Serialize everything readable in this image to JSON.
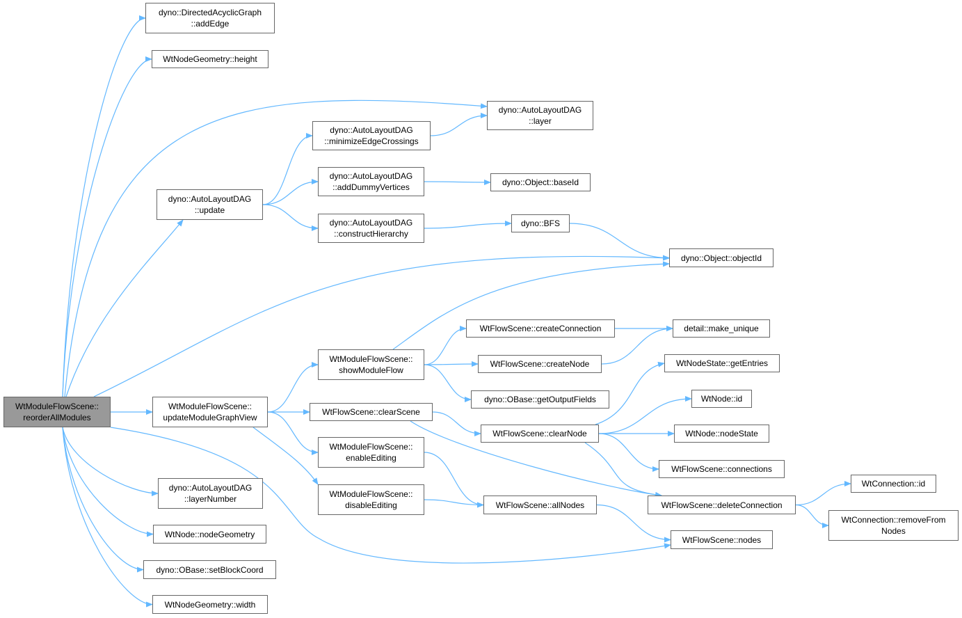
{
  "diagram": {
    "type": "call-graph",
    "root": "reorderAllModules",
    "colors": {
      "edge": "#63b8ff",
      "node_border": "#666666",
      "root_fill": "#999999",
      "node_fill": "#ffffff"
    },
    "nodes": {
      "reorderAllModules": {
        "lines": [
          "WtModuleFlowScene::",
          "reorderAllModules"
        ]
      },
      "dagAddEdge": {
        "lines": [
          "dyno::DirectedAcyclicGraph",
          "::addEdge"
        ]
      },
      "geomHeight": {
        "lines": [
          "WtNodeGeometry::height"
        ]
      },
      "autoUpdate": {
        "lines": [
          "dyno::AutoLayoutDAG",
          "::update"
        ]
      },
      "minimizeEdgeCrossings": {
        "lines": [
          "dyno::AutoLayoutDAG",
          "::minimizeEdgeCrossings"
        ]
      },
      "addDummyVertices": {
        "lines": [
          "dyno::AutoLayoutDAG",
          "::addDummyVertices"
        ]
      },
      "constructHierarchy": {
        "lines": [
          "dyno::AutoLayoutDAG",
          "::constructHierarchy"
        ]
      },
      "layer": {
        "lines": [
          "dyno::AutoLayoutDAG",
          "::layer"
        ]
      },
      "baseId": {
        "lines": [
          "dyno::Object::baseId"
        ]
      },
      "bfs": {
        "lines": [
          "dyno::BFS"
        ]
      },
      "objectId": {
        "lines": [
          "dyno::Object::objectId"
        ]
      },
      "updateModuleGraphView": {
        "lines": [
          "WtModuleFlowScene::",
          "updateModuleGraphView"
        ]
      },
      "showModuleFlow": {
        "lines": [
          "WtModuleFlowScene::",
          "showModuleFlow"
        ]
      },
      "createConnection": {
        "lines": [
          "WtFlowScene::createConnection"
        ]
      },
      "createNode": {
        "lines": [
          "WtFlowScene::createNode"
        ]
      },
      "makeUnique": {
        "lines": [
          "detail::make_unique"
        ]
      },
      "getOutputFields": {
        "lines": [
          "dyno::OBase::getOutputFields"
        ]
      },
      "clearScene": {
        "lines": [
          "WtFlowScene::clearScene"
        ]
      },
      "clearNode": {
        "lines": [
          "WtFlowScene::clearNode"
        ]
      },
      "getEntries": {
        "lines": [
          "WtNodeState::getEntries"
        ]
      },
      "nodeId": {
        "lines": [
          "WtNode::id"
        ]
      },
      "nodeState": {
        "lines": [
          "WtNode::nodeState"
        ]
      },
      "connections": {
        "lines": [
          "WtFlowScene::connections"
        ]
      },
      "enableEditing": {
        "lines": [
          "WtModuleFlowScene::",
          "enableEditing"
        ]
      },
      "disableEditing": {
        "lines": [
          "WtModuleFlowScene::",
          "disableEditing"
        ]
      },
      "allNodes": {
        "lines": [
          "WtFlowScene::allNodes"
        ]
      },
      "deleteConnection": {
        "lines": [
          "WtFlowScene::deleteConnection"
        ]
      },
      "connId": {
        "lines": [
          "WtConnection::id"
        ]
      },
      "removeFromNodes": {
        "lines": [
          "WtConnection::removeFrom",
          "Nodes"
        ]
      },
      "nodes": {
        "lines": [
          "WtFlowScene::nodes"
        ]
      },
      "layerNumber": {
        "lines": [
          "dyno::AutoLayoutDAG",
          "::layerNumber"
        ]
      },
      "nodeGeometry": {
        "lines": [
          "WtNode::nodeGeometry"
        ]
      },
      "setBlockCoord": {
        "lines": [
          "dyno::OBase::setBlockCoord"
        ]
      },
      "geomWidth": {
        "lines": [
          "WtNodeGeometry::width"
        ]
      }
    },
    "edges": [
      [
        "reorderAllModules",
        "dagAddEdge"
      ],
      [
        "reorderAllModules",
        "geomHeight"
      ],
      [
        "reorderAllModules",
        "layer"
      ],
      [
        "reorderAllModules",
        "autoUpdate"
      ],
      [
        "reorderAllModules",
        "objectId"
      ],
      [
        "reorderAllModules",
        "updateModuleGraphView"
      ],
      [
        "reorderAllModules",
        "layerNumber"
      ],
      [
        "reorderAllModules",
        "nodeGeometry"
      ],
      [
        "reorderAllModules",
        "setBlockCoord"
      ],
      [
        "reorderAllModules",
        "geomWidth"
      ],
      [
        "reorderAllModules",
        "nodes"
      ],
      [
        "autoUpdate",
        "minimizeEdgeCrossings"
      ],
      [
        "autoUpdate",
        "addDummyVertices"
      ],
      [
        "autoUpdate",
        "constructHierarchy"
      ],
      [
        "minimizeEdgeCrossings",
        "layer"
      ],
      [
        "addDummyVertices",
        "baseId"
      ],
      [
        "constructHierarchy",
        "bfs"
      ],
      [
        "bfs",
        "objectId"
      ],
      [
        "updateModuleGraphView",
        "showModuleFlow"
      ],
      [
        "updateModuleGraphView",
        "clearScene"
      ],
      [
        "updateModuleGraphView",
        "enableEditing"
      ],
      [
        "updateModuleGraphView",
        "disableEditing"
      ],
      [
        "showModuleFlow",
        "objectId"
      ],
      [
        "showModuleFlow",
        "createConnection"
      ],
      [
        "showModuleFlow",
        "createNode"
      ],
      [
        "showModuleFlow",
        "getOutputFields"
      ],
      [
        "createConnection",
        "makeUnique"
      ],
      [
        "createNode",
        "makeUnique"
      ],
      [
        "clearScene",
        "clearNode"
      ],
      [
        "clearScene",
        "deleteConnection"
      ],
      [
        "clearNode",
        "getEntries"
      ],
      [
        "clearNode",
        "nodeId"
      ],
      [
        "clearNode",
        "nodeState"
      ],
      [
        "clearNode",
        "connections"
      ],
      [
        "clearNode",
        "deleteConnection"
      ],
      [
        "enableEditing",
        "allNodes"
      ],
      [
        "disableEditing",
        "allNodes"
      ],
      [
        "allNodes",
        "nodes"
      ],
      [
        "deleteConnection",
        "connId"
      ],
      [
        "deleteConnection",
        "removeFromNodes"
      ]
    ]
  }
}
